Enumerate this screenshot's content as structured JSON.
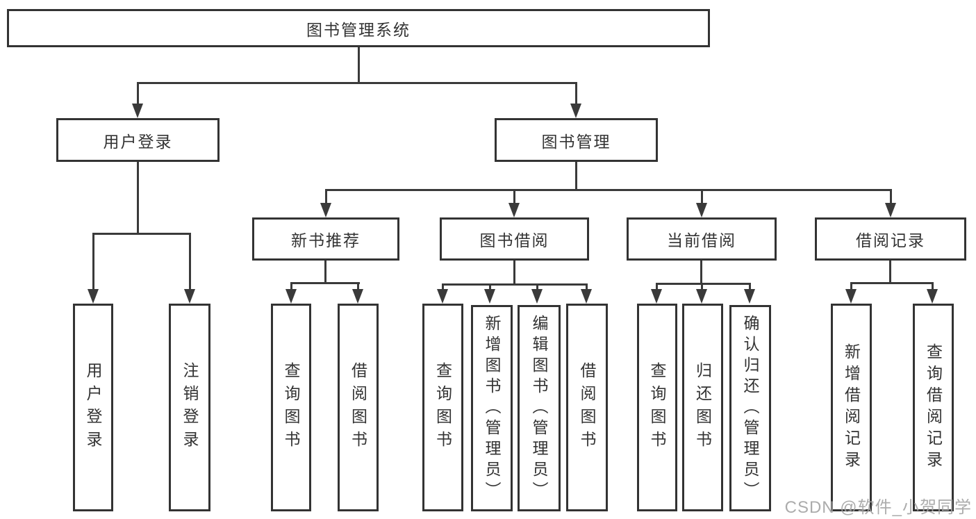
{
  "diagram": {
    "watermark": "CSDN @软件_小贺同学",
    "nodes": {
      "root": "图书管理系统",
      "user_login": "用户登录",
      "book_management": "图书管理",
      "new_book_recommendation": "新书推荐",
      "book_borrowing": "图书借阅",
      "current_borrowing": "当前借阅",
      "borrowing_records": "借阅记录",
      "leaf_user_login": "用户登录",
      "leaf_logout": "注销登录",
      "leaf_query_books_1": "查询图书",
      "leaf_borrow_books_1": "借阅图书",
      "leaf_query_books_2": "查询图书",
      "leaf_add_books_admin": "新增图书（管理员）",
      "leaf_edit_books_admin": "编辑图书（管理员）",
      "leaf_borrow_books_2": "借阅图书",
      "leaf_query_books_3": "查询图书",
      "leaf_return_books": "归还图书",
      "leaf_confirm_return_admin": "确认归还（管理员）",
      "leaf_add_borrow_record": "新增借阅记录",
      "leaf_query_borrow_record": "查询借阅记录"
    }
  }
}
